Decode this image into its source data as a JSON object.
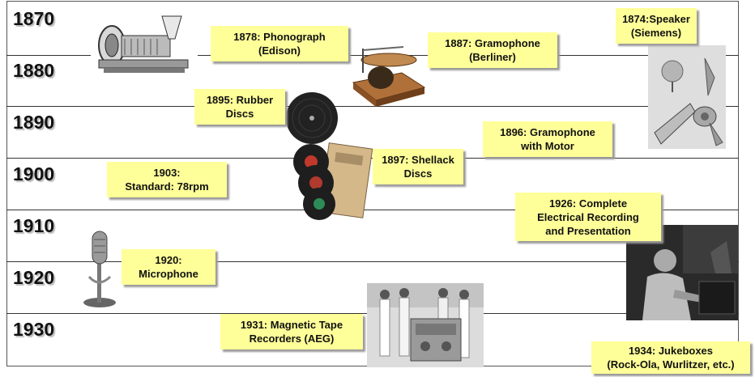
{
  "years": [
    "1870",
    "1880",
    "1890",
    "1900",
    "1910",
    "1920",
    "1930"
  ],
  "events": {
    "phonograph": {
      "line1": "1878: Phonograph",
      "line2": "(Edison)"
    },
    "gramophone": {
      "line1": "1887: Gramophone",
      "line2": "(Berliner)"
    },
    "speaker": {
      "line1": "1874:Speaker",
      "line2": "(Siemens)"
    },
    "rubber": {
      "line1": "1895: Rubber",
      "line2": "Discs"
    },
    "motor": {
      "line1": "1896: Gramophone",
      "line2": "with Motor"
    },
    "shellack": {
      "line1": "1897: Shellack",
      "line2": "Discs"
    },
    "standard": {
      "line1": "1903:",
      "line2": "Standard: 78rpm"
    },
    "electrical": {
      "line1": "1926: Complete",
      "line2": "Electrical Recording",
      "line3": "and Presentation"
    },
    "microphone": {
      "line1": "1920:",
      "line2": "Microphone"
    },
    "tape": {
      "line1": "1931: Magnetic Tape",
      "line2": "Recorders (AEG)"
    },
    "jukebox": {
      "line1": "1934: Jukeboxes",
      "line2": "(Rock-Ola, Wurlitzer, etc.)"
    }
  },
  "images": [
    "phonograph-image",
    "gramophone-image",
    "speakers-image",
    "rubber-disc-image",
    "shellack-discs-image",
    "microphone-image",
    "tape-recorder-photo",
    "engineer-photo"
  ],
  "colors": {
    "note_bg": "#ffff99",
    "lines": "#333333"
  }
}
